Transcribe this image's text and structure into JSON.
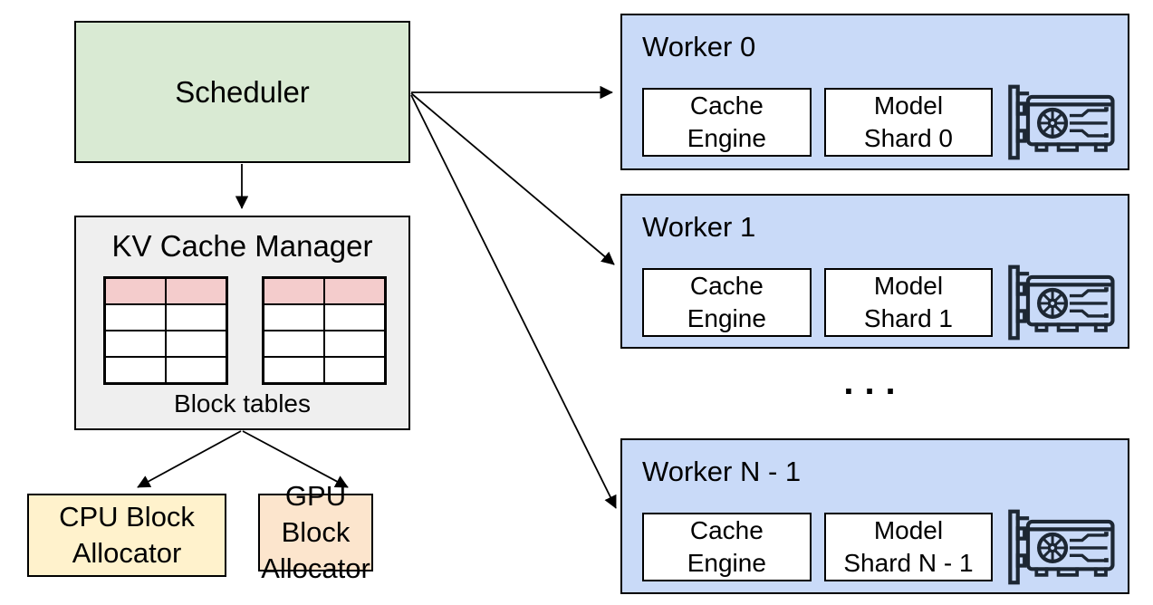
{
  "scheduler": {
    "label": "Scheduler"
  },
  "kv_cache_manager": {
    "title": "KV Cache Manager",
    "caption": "Block tables",
    "tables": {
      "count": 2,
      "columns": 2,
      "rows": 4,
      "highlighted_row": 1
    }
  },
  "allocators": {
    "cpu": {
      "label": "CPU Block\nAllocator"
    },
    "gpu": {
      "label": "GPU Block\nAllocator"
    }
  },
  "workers": [
    {
      "title": "Worker 0",
      "cache_engine": "Cache\nEngine",
      "model_shard": "Model\nShard 0"
    },
    {
      "title": "Worker 1",
      "cache_engine": "Cache\nEngine",
      "model_shard": "Model\nShard 1"
    },
    {
      "title": "Worker N - 1",
      "cache_engine": "Cache\nEngine",
      "model_shard": "Model\nShard N - 1"
    }
  ],
  "ellipsis": "...",
  "colors": {
    "scheduler_fill": "#d9ead3",
    "kv_fill": "#efefef",
    "table_highlight": "#f4cccc",
    "cpu_fill": "#fff2cc",
    "gpu_fill": "#fce5cd",
    "worker_fill": "#c9daf8",
    "border": "#000000",
    "gpu_icon": "#1d2733"
  }
}
